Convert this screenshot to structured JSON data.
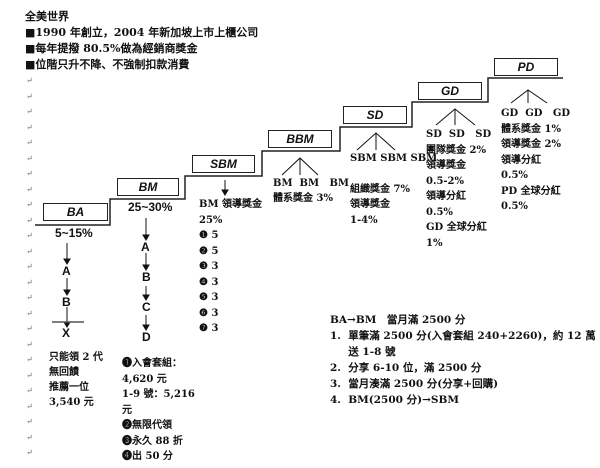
{
  "intro": {
    "title": "全美世界",
    "bullets": [
      "■1990 年創立，2004 年新加坡上市上櫃公司",
      "■每年提撥 80.5%做為經銷商獎金",
      "■位階只升不降、不強制扣款消費"
    ]
  },
  "levels": [
    {
      "name": "BA",
      "rate": "5~15%",
      "chain": [
        "A",
        "B",
        "X"
      ],
      "notes": [
        "只能領 2 代",
        "無回饋",
        "推薦一位",
        "3,540 元"
      ]
    },
    {
      "name": "BM",
      "rate": "25~30%",
      "chain": [
        "A",
        "B",
        "C",
        "D"
      ],
      "notes": [
        "❶入會套組：",
        "4,620 元",
        "1-9 號：5,216",
        "元",
        "❷無限代領",
        "❸永久 88 折",
        "❹出 50 分"
      ]
    },
    {
      "name": "SBM",
      "notes": [
        "BM 領導獎金",
        "25%",
        "❶ 5",
        "❷ 5",
        "❸ 3",
        "❹ 3",
        "❺ 3",
        "❻ 3",
        "❼ 3"
      ]
    },
    {
      "name": "BBM",
      "children": [
        "BM",
        "BM",
        "BM"
      ],
      "notes": [
        "體系獎金 3%"
      ]
    },
    {
      "name": "SD",
      "children": [
        "SBM",
        "SBM",
        "SBM"
      ],
      "notes": [
        "組織獎金 7%",
        "領導獎金",
        "1-4%"
      ]
    },
    {
      "name": "GD",
      "children": [
        "SD",
        "SD",
        "SD"
      ],
      "notes": [
        "團隊獎金 2%",
        "領導獎金",
        "0.5-2%",
        "領導分紅",
        "0.5%",
        "GD 全球分紅",
        "1%"
      ]
    },
    {
      "name": "PD",
      "children": [
        "GD",
        "GD",
        "GD"
      ],
      "notes": [
        "體系獎金 1%",
        "領導獎金 2%",
        "領導分紅",
        "0.5%",
        "PD 全球分紅",
        "0.5%"
      ]
    }
  ],
  "promotion": {
    "heading": "BA→BM　當月滿 2500 分",
    "items": [
      "1.  單筆滿 2500 分(入會套組 240+2260)，約 12 萬",
      "     送 1-8 號",
      "2.  分享 6-10 位，滿 2500 分",
      "3.  當月湊滿 2500 分(分享+回購)",
      "4.  BM(2500 分)→SBM"
    ]
  }
}
